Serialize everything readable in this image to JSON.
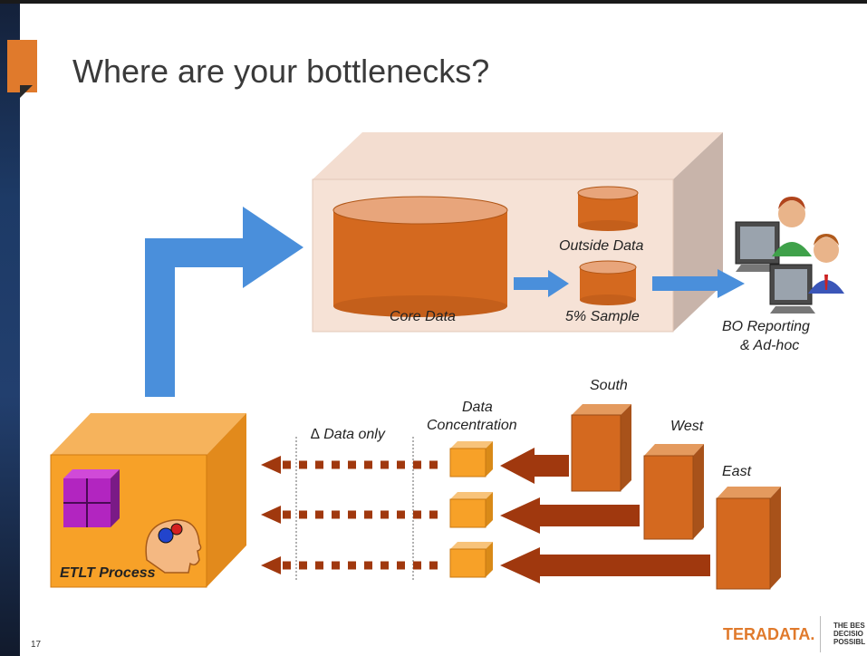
{
  "slide": {
    "title": "Where are your bottlenecks?",
    "page_number": "17"
  },
  "warehouse": {
    "core_label": "Core Data",
    "outside_label": "Outside Data",
    "sample_label": "5% Sample"
  },
  "reporting": {
    "label_line1": "BO Reporting",
    "label_line2": "& Ad-hoc"
  },
  "etlt": {
    "label": "ETLT Process"
  },
  "delta": {
    "label": "∆ Data only"
  },
  "concentration": {
    "label_line1": "Data",
    "label_line2": "Concentration"
  },
  "regions": [
    "South",
    "West",
    "East"
  ],
  "brand": {
    "logo": "TERADATA.",
    "tagline": "THE BES\nDECISIO\nPOSSIBL"
  }
}
